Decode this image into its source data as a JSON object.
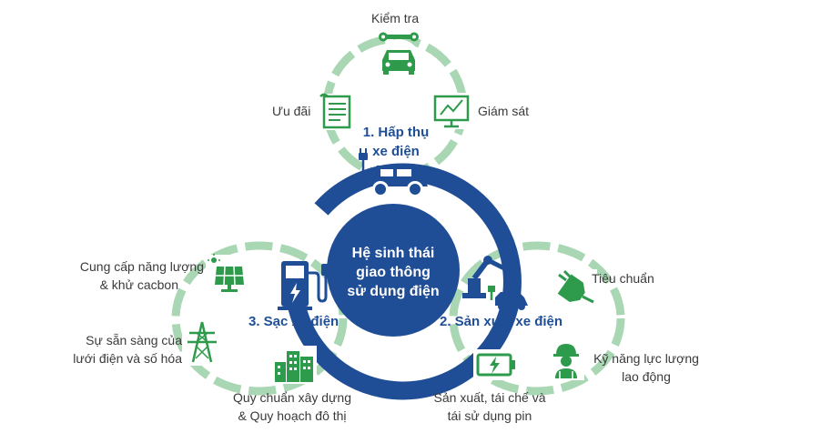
{
  "center": {
    "line1": "Hệ sinh thái",
    "line2": "giao thông",
    "line3": "sử dụng điện"
  },
  "hubs": {
    "adoption": {
      "line1": "1. Hấp thụ",
      "line2": "xe điện"
    },
    "charging": "3. Sạc xe điện",
    "production": "2. Sản xuất xe điện"
  },
  "adoption_items": {
    "inspection": "Kiểm tra",
    "incentives": "Ưu đãi",
    "monitoring": "Giám sát"
  },
  "charging_items": {
    "energy_line1": "Cung cấp năng lượng",
    "energy_line2": "& khử cacbon",
    "grid_line1": "Sự sẵn sàng của",
    "grid_line2": "lưới điện và số hóa",
    "urban_line1": "Quy chuẩn xây dựng",
    "urban_line2": "& Quy hoạch đô thị"
  },
  "production_items": {
    "standards": "Tiêu chuẩn",
    "workforce_line1": "Kỹ năng lực lượng",
    "workforce_line2": "lao động",
    "battery_line1": "Sản xuất, tái chế và",
    "battery_line2": "tái sử dụng pin"
  },
  "colors": {
    "navy": "#1f4e96",
    "green": "#2e9b4c",
    "light_green": "#a9d7b3"
  },
  "icons": [
    "wrench-icon",
    "car-icon",
    "document-icon",
    "monitor-icon",
    "ev-car-plug-icon",
    "solar-panel-icon",
    "power-tower-icon",
    "buildings-icon",
    "charging-station-icon",
    "robot-arm-icon",
    "plug-icon",
    "worker-icon",
    "battery-icon"
  ]
}
